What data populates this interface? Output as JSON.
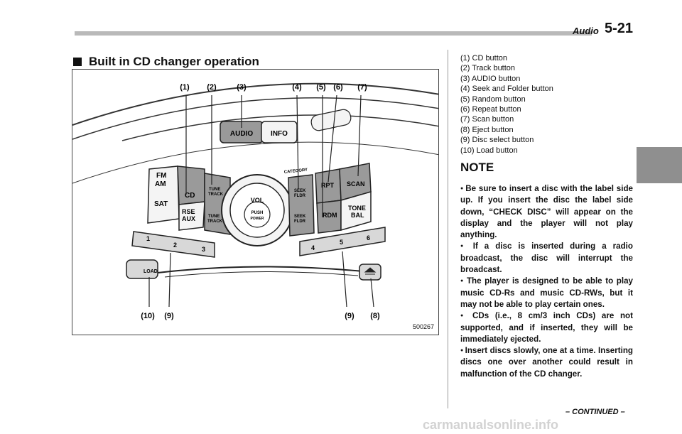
{
  "header": {
    "section": "Audio",
    "page": "5-21"
  },
  "section_title": "Built in CD changer operation",
  "figure": {
    "id": "500267",
    "callouts_top": [
      "(1)",
      "(2)",
      "(3)",
      "(4)",
      "(5)",
      "(6)",
      "(7)"
    ],
    "callouts_bottom": [
      "(10)",
      "(9)",
      "(9)",
      "(8)"
    ],
    "labels": {
      "audio": "AUDIO",
      "info": "INFO",
      "fm": "FM",
      "am": "AM",
      "cd": "CD",
      "tune1": "TUNE",
      "track1": "TRACK",
      "vol": "VOL",
      "push": "PUSH",
      "power": "POWER",
      "category": "CATEGORY",
      "seek1": "SEEK",
      "fldr1": "FLDR",
      "rpt": "RPT",
      "scan": "SCAN",
      "sat": "SAT",
      "rse": "RSE",
      "aux": "AUX",
      "tune2": "TUNE",
      "track2": "TRACK",
      "seek2": "SEEK",
      "fldr2": "FLDR",
      "rdm": "RDM",
      "tone": "TONE",
      "bal": "BAL",
      "load": "LOAD",
      "d1": "1",
      "d2": "2",
      "d3": "3",
      "d4": "4",
      "d5": "5",
      "d6": "6"
    }
  },
  "legend": [
    "(1) CD button",
    "(2) Track button",
    "(3) AUDIO button",
    "(4) Seek and Folder button",
    "(5) Random button",
    "(6) Repeat button",
    "(7) Scan button",
    "(8) Eject button",
    "(9) Disc select button",
    "(10) Load button"
  ],
  "note_heading": "NOTE",
  "notes": [
    "Be sure to insert a disc with the label side up. If you insert the disc the label side down, “CHECK DISC” will appear on the display and the player will not play anything.",
    "If a disc is inserted during a radio broadcast, the disc will interrupt the broadcast.",
    "The player is designed to be able to play music CD-Rs and music CD-RWs, but it may not be able to play certain ones.",
    "CDs (i.e., 8 cm/3 inch CDs) are not supported, and if inserted, they will be immediately ejected.",
    "Insert discs slowly, one at a time. Inserting discs one over another could result in malfunction of the CD changer."
  ],
  "footer": {
    "continued": "– CONTINUED –",
    "watermark": "carmanualsonline.info"
  }
}
